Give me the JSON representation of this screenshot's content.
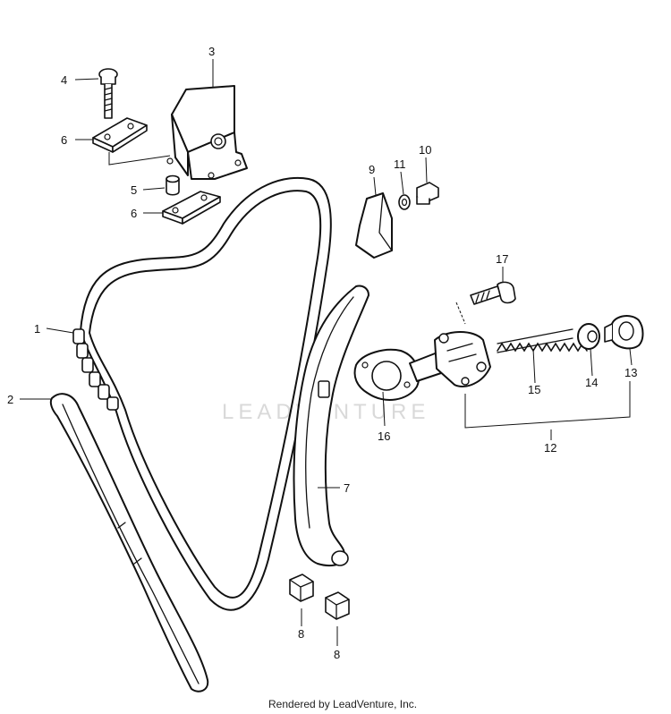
{
  "labels": {
    "p1": "1",
    "p2": "2",
    "p3": "3",
    "p4": "4",
    "p5": "5",
    "p6a": "6",
    "p6b": "6",
    "p7": "7",
    "p8a": "8",
    "p8b": "8",
    "p9": "9",
    "p10": "10",
    "p11": "11",
    "p12": "12",
    "p13": "13",
    "p14": "14",
    "p15": "15",
    "p16": "16",
    "p17": "17"
  },
  "watermark": "LEADVENTURE",
  "footer": "Rendered by LeadVenture, Inc."
}
